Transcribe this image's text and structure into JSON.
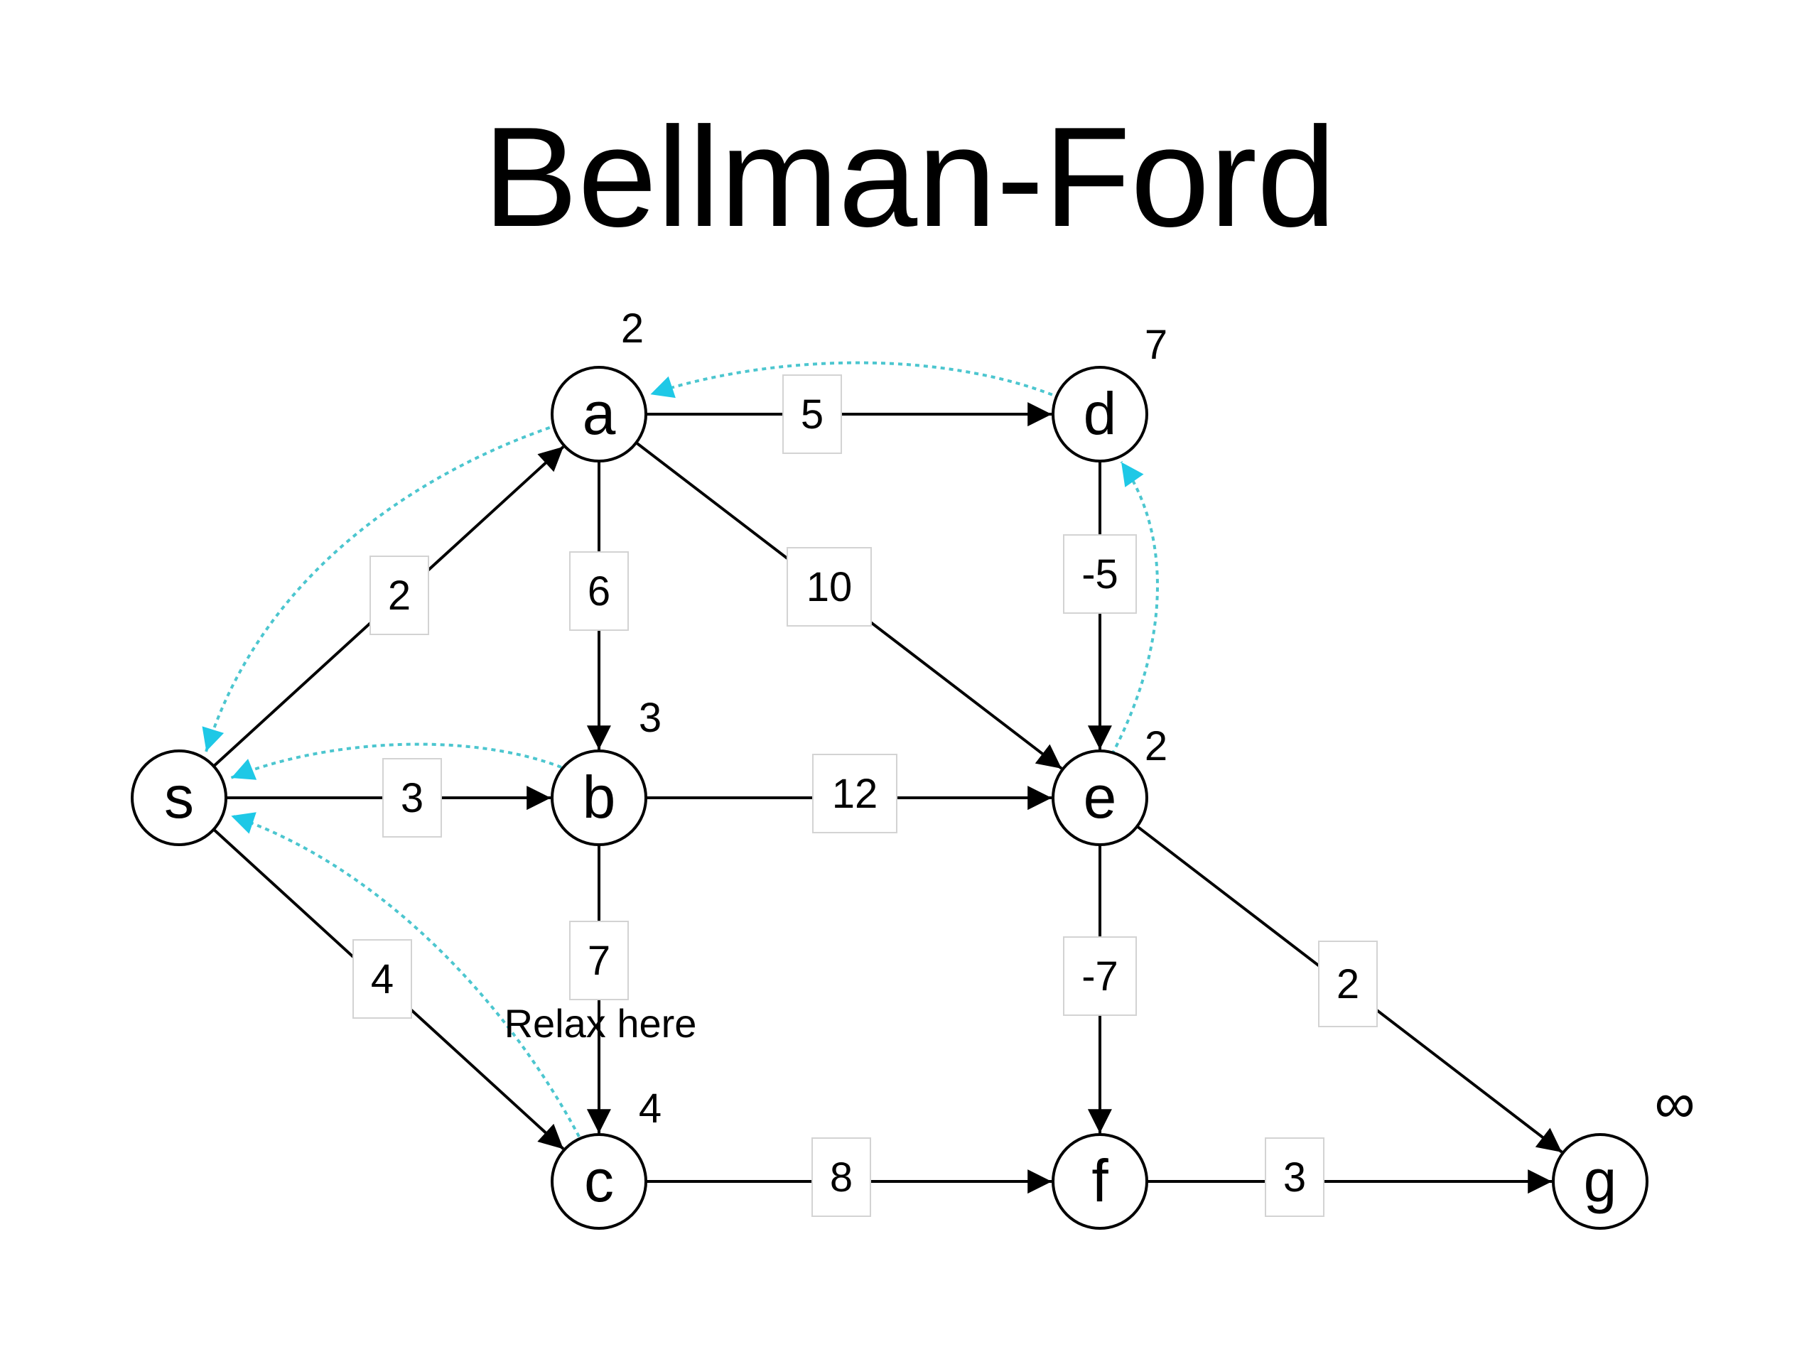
{
  "title": "Bellman-Ford",
  "annotation": "Relax here",
  "nodes": [
    {
      "id": "s",
      "label": "s",
      "distance": ""
    },
    {
      "id": "a",
      "label": "a",
      "distance": "2"
    },
    {
      "id": "b",
      "label": "b",
      "distance": "3"
    },
    {
      "id": "c",
      "label": "c",
      "distance": "4"
    },
    {
      "id": "d",
      "label": "d",
      "distance": "7"
    },
    {
      "id": "e",
      "label": "e",
      "distance": "2"
    },
    {
      "id": "f",
      "label": "f",
      "distance": ""
    },
    {
      "id": "g",
      "label": "g",
      "distance": "∞"
    }
  ],
  "edges": [
    {
      "from": "s",
      "to": "a",
      "weight": "2"
    },
    {
      "from": "s",
      "to": "b",
      "weight": "3"
    },
    {
      "from": "s",
      "to": "c",
      "weight": "4"
    },
    {
      "from": "a",
      "to": "d",
      "weight": "5"
    },
    {
      "from": "a",
      "to": "b",
      "weight": "6"
    },
    {
      "from": "a",
      "to": "e",
      "weight": "10"
    },
    {
      "from": "b",
      "to": "e",
      "weight": "12"
    },
    {
      "from": "b",
      "to": "c",
      "weight": "7"
    },
    {
      "from": "d",
      "to": "e",
      "weight": "-5"
    },
    {
      "from": "e",
      "to": "f",
      "weight": "-7"
    },
    {
      "from": "e",
      "to": "g",
      "weight": "2"
    },
    {
      "from": "c",
      "to": "f",
      "weight": "8"
    },
    {
      "from": "f",
      "to": "g",
      "weight": "3"
    }
  ],
  "predecessors": [
    {
      "from": "a",
      "to": "s"
    },
    {
      "from": "b",
      "to": "s"
    },
    {
      "from": "c",
      "to": "s"
    },
    {
      "from": "d",
      "to": "a"
    },
    {
      "from": "e",
      "to": "d"
    }
  ],
  "colors": {
    "predecessor_arrow": "#4cc6cf",
    "predecessor_head": "#1ec8e6",
    "edge": "#000000",
    "label_box_border": "#d3d3d3"
  }
}
